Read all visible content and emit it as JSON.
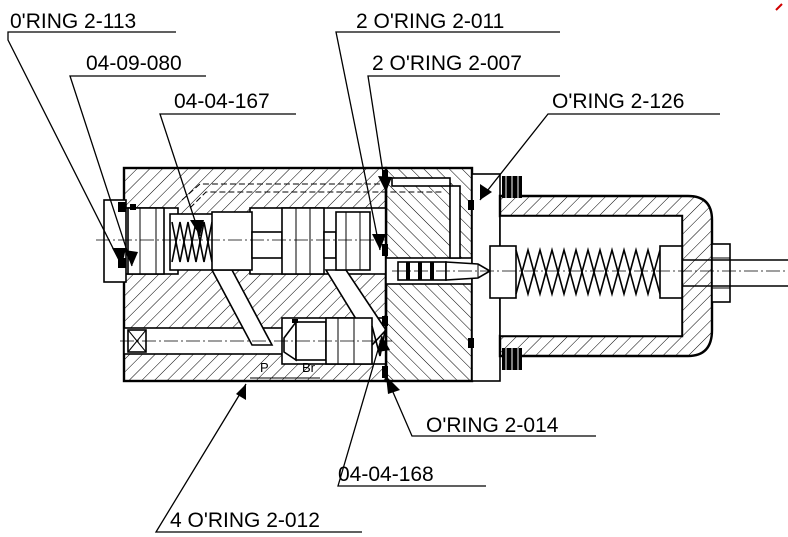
{
  "callouts": [
    {
      "id": "oring_2_113",
      "text": "0'RING 2-113"
    },
    {
      "id": "part_04_09_080",
      "text": "04-09-080"
    },
    {
      "id": "part_04_04_167",
      "text": "04-04-167"
    },
    {
      "id": "oring_2_011",
      "text": "2 O'RING 2-011"
    },
    {
      "id": "oring_2_007",
      "text": "2 O'RING 2-007"
    },
    {
      "id": "oring_2_126",
      "text": "O'RING 2-126"
    },
    {
      "id": "oring_2_014",
      "text": "O'RING 2-014"
    },
    {
      "id": "part_04_04_168",
      "text": "04-04-168"
    },
    {
      "id": "oring_2_012",
      "text": "4 O'RING 2-012"
    }
  ],
  "ports": {
    "p": "P",
    "br": "Br"
  }
}
